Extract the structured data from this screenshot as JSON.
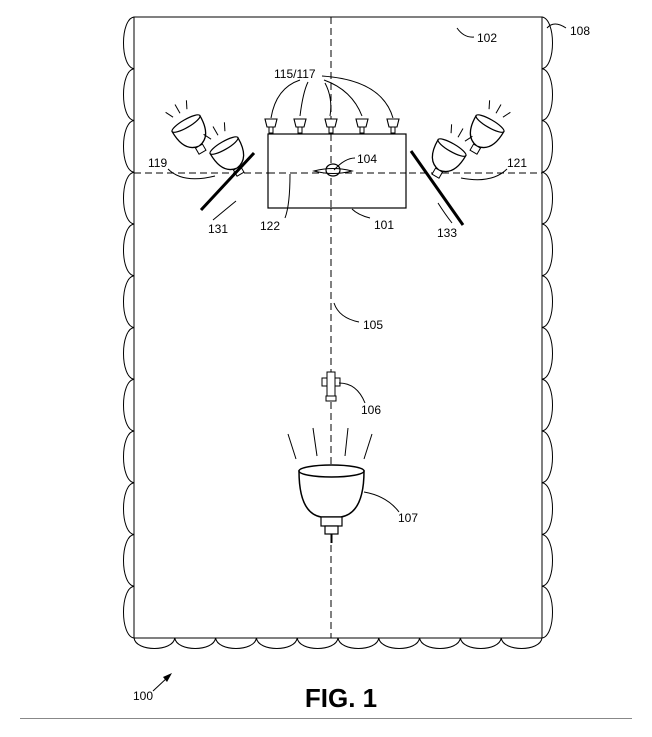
{
  "figure": {
    "caption": "FIG. 1",
    "labels": {
      "l100": "100",
      "l101": "101",
      "l102": "102",
      "l104": "104",
      "l105": "105",
      "l106": "106",
      "l107": "107",
      "l108": "108",
      "l115_117": "115/117",
      "l119": "119",
      "l121": "121",
      "l122": "122",
      "l131": "131",
      "l133": "133"
    }
  }
}
